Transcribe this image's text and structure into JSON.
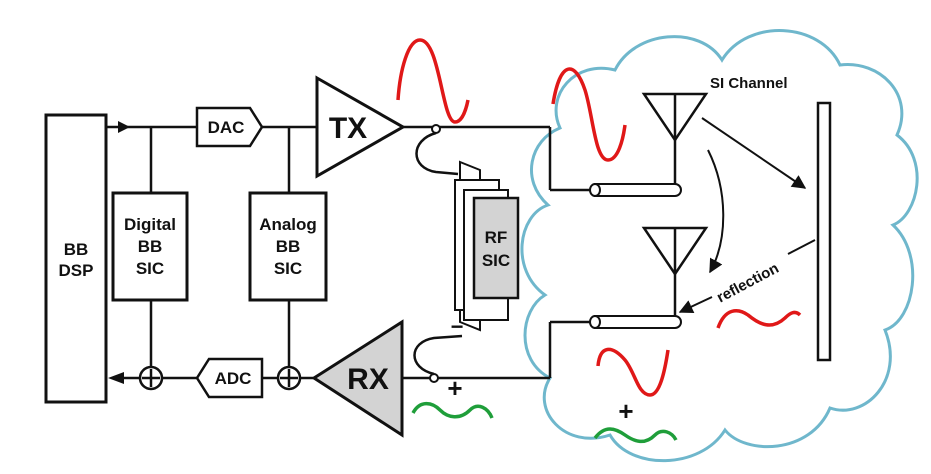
{
  "blocks": {
    "bb_dsp": [
      "BB",
      "DSP"
    ],
    "dac": "DAC",
    "adc": "ADC",
    "tx": "TX",
    "rx": "RX",
    "digital_sic": [
      "Digital",
      "BB",
      "SIC"
    ],
    "analog_sic": [
      "Analog",
      "BB",
      "SIC"
    ],
    "rf_sic": [
      "RF",
      "SIC"
    ]
  },
  "channel": {
    "title": "SI Channel",
    "reflection_label": "reflection"
  },
  "symbols": {
    "minus": "−",
    "plus": "+"
  },
  "colors": {
    "cloud_stroke": "#6fb7cc",
    "signal_red": "#e01818",
    "signal_green": "#1f9e3a",
    "rx_fill": "#d3d3d3",
    "rf_sic_fill": "#d3d3d3",
    "line": "#111111"
  }
}
